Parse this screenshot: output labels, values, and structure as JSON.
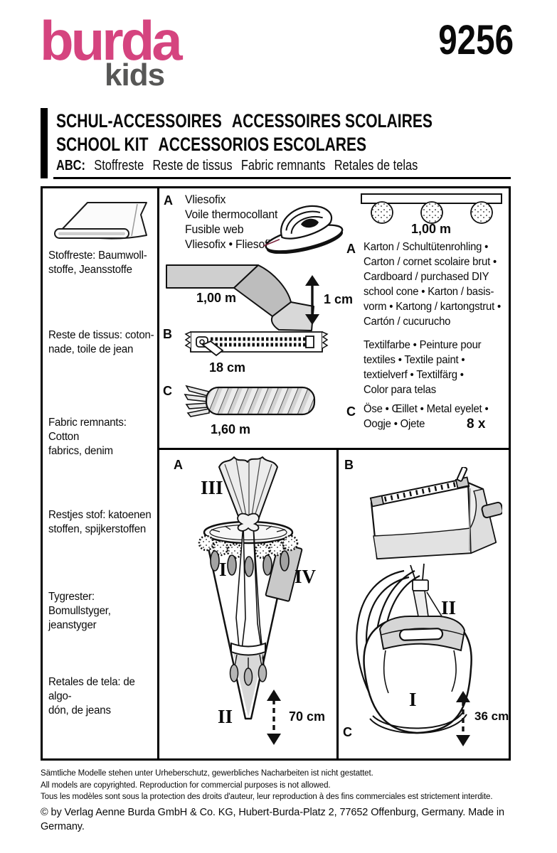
{
  "colors": {
    "brand_pink": "#d5447f",
    "kids_gray": "#575756",
    "ink": "#0a0a0a"
  },
  "brand": {
    "logo_main": "burda",
    "logo_sub": "kids",
    "pattern_number": "9256"
  },
  "header": {
    "title_line1": [
      "SCHUL-ACCESSOIRES",
      "ACCESSOIRES SCOLAIRES"
    ],
    "title_line2": [
      "SCHOOL KIT",
      "ACCESSORIOS ESCOLARES"
    ],
    "abc_label": "ABC:",
    "abc_items": [
      "Stoffreste",
      "Reste de tissus",
      "Fabric remnants",
      "Retales de telas"
    ]
  },
  "fabric_column": {
    "items": [
      "Stoffreste: Baumwoll-\nstoffe, Jeansstoffe",
      "Reste de tissus: coton-\nnade, toile de jean",
      "Fabric remnants: Cotton\nfabrics, denim",
      "Restjes stof: katoenen\nstoffen, spijkerstoffen",
      "Tygrester: Bomullstyger,\njeanstyger",
      "Retales de tela: de algo-\ndón, de jeans"
    ]
  },
  "notions": {
    "view_a_label": "A",
    "interfacing_text": "Vliesofix\nVoile thermocollant\nFusible web\nVliesofix • Fliesofix",
    "tape_length": "1,00 m",
    "tape_width": "1 cm",
    "view_b_label": "B",
    "zipper_length": "18 cm",
    "view_c_label": "C",
    "cord_length": "1,60 m",
    "pompom_length": "1,00 m",
    "cardboard_view_label": "A",
    "cardboard_text": "Karton / Schultütenrohling •\nCarton / cornet scolaire brut •\nCardboard / purchased DIY\nschool cone • Karton / basis-\nvorm • Kartong / kartongstrut •\nCartón / cucurucho",
    "paint_text": "Textilfarbe • Peinture pour\ntextiles • Textile paint •\ntextielverf • Textilfärg •\nColor para telas",
    "eyelet_view_label": "C",
    "eyelet_text": "Öse • Œillet • Metal eyelet •\nOogje • Ojete",
    "eyelet_count": "8 x"
  },
  "drawings": {
    "cone": {
      "view_label": "A",
      "label_top": "III",
      "label_body": "I",
      "label_tag": "IV",
      "label_tip": "II",
      "height": "70 cm"
    },
    "bags": {
      "pencil_case_label": "B",
      "backpack_label_cuff": "II",
      "backpack_label_body": "I",
      "backpack_view_label": "C",
      "height": "36 cm"
    }
  },
  "footer": {
    "lines": [
      "Sämtliche Modelle stehen unter Urheberschutz, gewerbliches Nacharbeiten ist nicht gestattet.",
      "All models are copyrighted. Reproduction for commercial purposes is not allowed.",
      "Tous les modèles sont sous la protection des droits d'auteur, leur reproduction à des fins commerciales est strictement interdite."
    ],
    "copyright": "© by Verlag Aenne Burda GmbH & Co. KG, Hubert-Burda-Platz 2, 77652 Offenburg, Germany. Made in Germany."
  }
}
